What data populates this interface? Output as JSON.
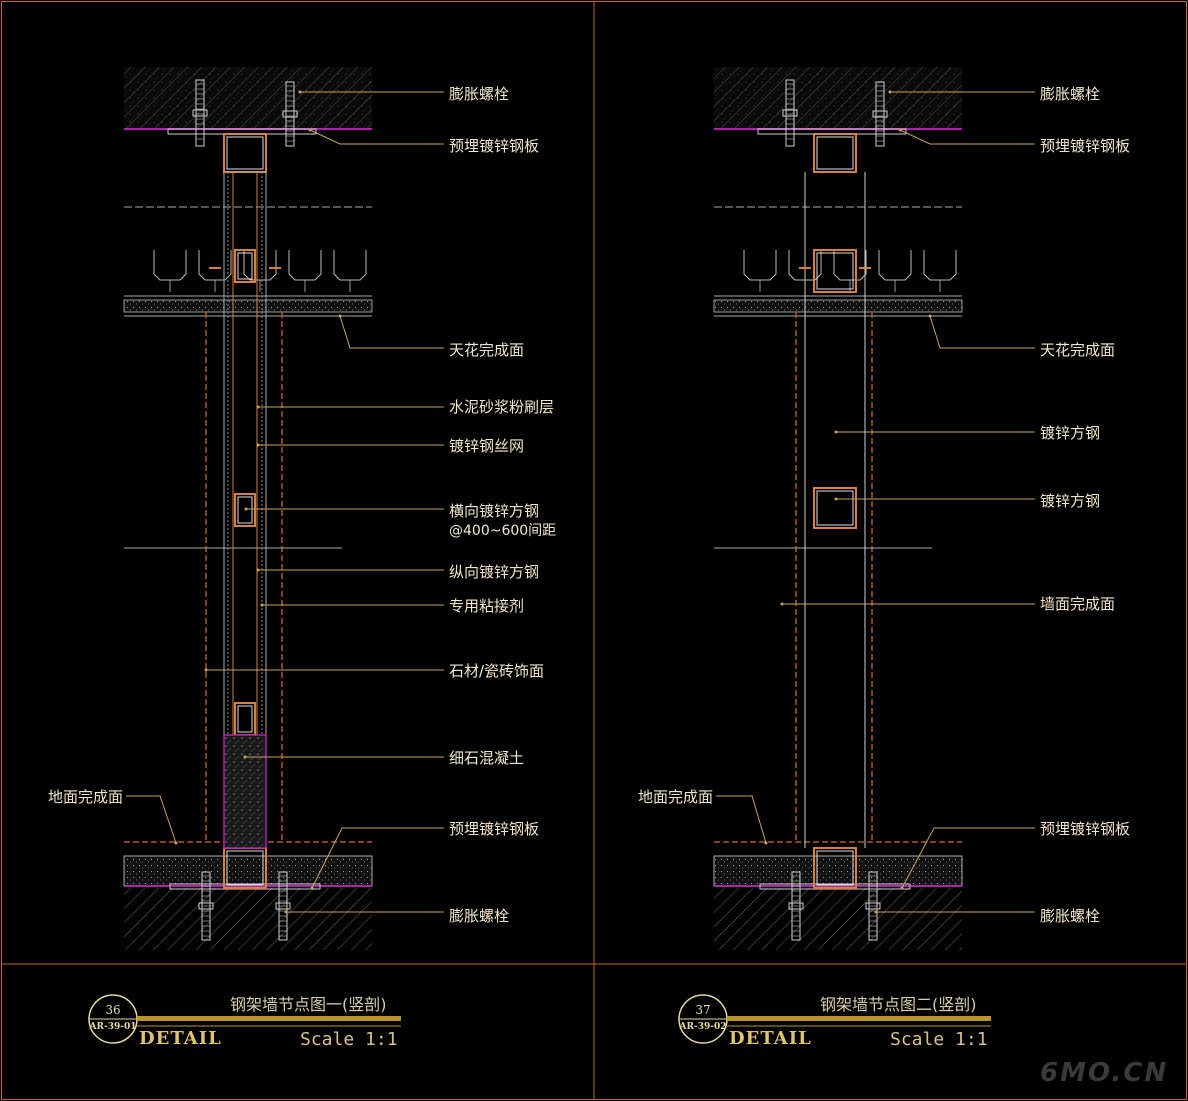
{
  "colors": {
    "background": "#000000",
    "frame": "#c0682a",
    "steel": "#d9813a",
    "leader": "#c9a45a",
    "label_text": "#f2e6c8",
    "finish_line": "#b05a28",
    "membrane": "#b020b0",
    "concrete": "#7a7a7a",
    "title_bar": "#b8952e"
  },
  "detail_1": {
    "labels": [
      "膨胀螺栓",
      "预埋镀锌钢板",
      "天花完成面",
      "水泥砂浆粉刷层",
      "镀锌钢丝网",
      "横向镀锌方钢",
      "@400~600间距",
      "纵向镀锌方钢",
      "专用粘接剂",
      "石材/瓷砖饰面",
      "细石混凝土",
      "地面完成面",
      "预埋镀锌钢板",
      "膨胀螺栓"
    ],
    "title": "钢架墙节点图一(竖剖)",
    "number": "36",
    "code": "AR-39-01",
    "detail_word": "DETAIL",
    "scale": "Scale 1:1"
  },
  "detail_2": {
    "labels": [
      "膨胀螺栓",
      "预埋镀锌钢板",
      "天花完成面",
      "镀锌方钢",
      "镀锌方钢",
      "墙面完成面",
      "地面完成面",
      "预埋镀锌钢板",
      "膨胀螺栓"
    ],
    "title": "钢架墙节点图二(竖剖)",
    "number": "37",
    "code": "AR-39-02",
    "detail_word": "DETAIL",
    "scale": "Scale 1:1"
  },
  "watermark": "6MO.CN"
}
